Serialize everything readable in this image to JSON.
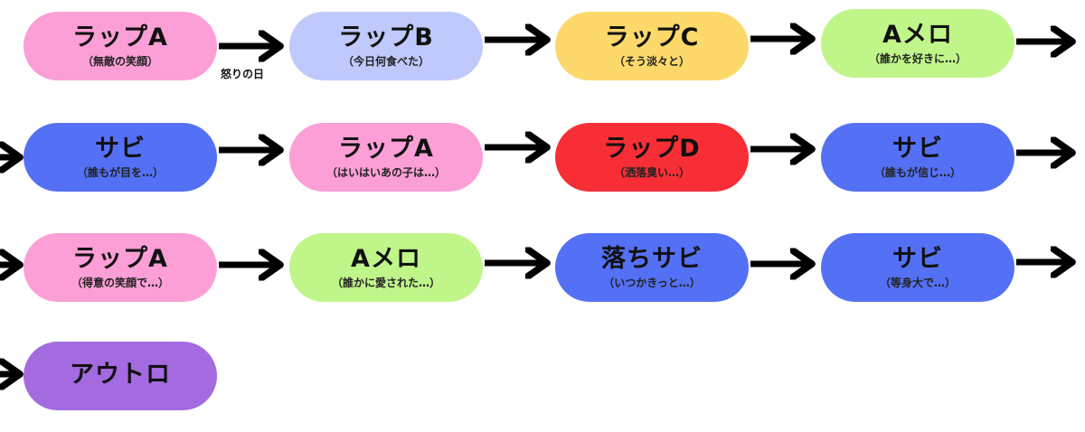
{
  "nodes": [
    {
      "id": "n1",
      "title": "ラップA",
      "sub": "（無敵の笑顔）",
      "color": "#fb9fd6"
    },
    {
      "id": "n2",
      "title": "ラップB",
      "sub": "（今日何食べた）",
      "color": "#bfc9fb"
    },
    {
      "id": "n3",
      "title": "ラップC",
      "sub": "（そう淡々と）",
      "color": "#fcd96a"
    },
    {
      "id": "n4",
      "title": "Aメロ",
      "sub": "（誰かを好きに…）",
      "color": "#c0f58a"
    },
    {
      "id": "n5",
      "title": "サビ",
      "sub": "（誰もが目を…）",
      "color": "#5470f5"
    },
    {
      "id": "n6",
      "title": "ラップA",
      "sub": "（はいはいあの子は…）",
      "color": "#fb9fd6"
    },
    {
      "id": "n7",
      "title": "ラップD",
      "sub": "（洒落臭い…）",
      "color": "#f72e35"
    },
    {
      "id": "n8",
      "title": "サビ",
      "sub": "（誰もが信じ…）",
      "color": "#5470f5"
    },
    {
      "id": "n9",
      "title": "ラップA",
      "sub": "（得意の笑顔で…）",
      "color": "#fb9fd6"
    },
    {
      "id": "n10",
      "title": "Aメロ",
      "sub": "（誰かに愛された…）",
      "color": "#c0f58a"
    },
    {
      "id": "n11",
      "title": "落ちサビ",
      "sub": "（いつかきっと…）",
      "color": "#5470f5"
    },
    {
      "id": "n12",
      "title": "サビ",
      "sub": "（等身大で…）",
      "color": "#5470f5"
    },
    {
      "id": "n13",
      "title": "アウトロ",
      "sub": "",
      "color": "#a46ae0"
    }
  ],
  "edge_label": "怒りの日",
  "arrow_color": "#000000"
}
